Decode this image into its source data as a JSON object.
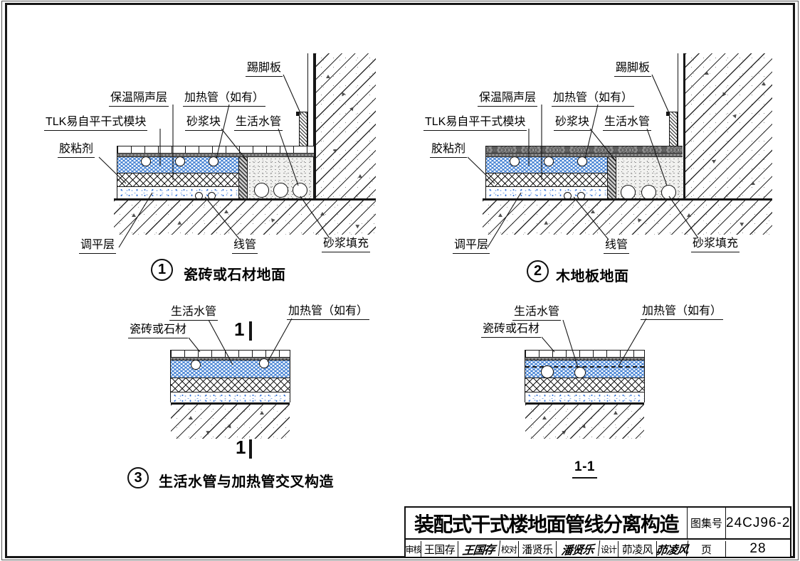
{
  "titleblock": {
    "title": "装配式干式楼地面管线分离构造",
    "atlas_label": "图集号",
    "atlas_number": "24CJ96-2",
    "page_label": "页",
    "page_number": "28",
    "reviewer_label": "审核",
    "reviewer_name": "王国存",
    "reviewer_signature": "王国存",
    "checker_label": "校对",
    "checker_name": "潘贤乐",
    "checker_signature": "潘贤乐",
    "designer_label": "设计",
    "designer_name": "茆凌风",
    "designer_signature": "茆凌风"
  },
  "labels": {
    "skirting": "踢脚板",
    "insulation": "保温隔声层",
    "heating_pipe": "加热管（如有）",
    "tlk_module": "TLK易自平干式模块",
    "mortar_block": "砂浆块",
    "water_pipe": "生活水管",
    "adhesive": "胶粘剂",
    "leveling_layer": "调平层",
    "conduit": "线管",
    "mortar_fill": "砂浆填充",
    "tile_or_stone": "瓷砖或石材"
  },
  "details": {
    "d1": {
      "number": "1",
      "caption": "瓷砖或石材地面"
    },
    "d2": {
      "number": "2",
      "caption": "木地板地面"
    },
    "d3": {
      "number": "3",
      "caption": "生活水管与加热管交叉构造",
      "section_mark": "1"
    },
    "d4": {
      "caption": "1-1"
    }
  },
  "colors": {
    "module_blue": "#3f7ed2",
    "speckle_blue": "#2f6fd6",
    "line_black": "#161616"
  }
}
